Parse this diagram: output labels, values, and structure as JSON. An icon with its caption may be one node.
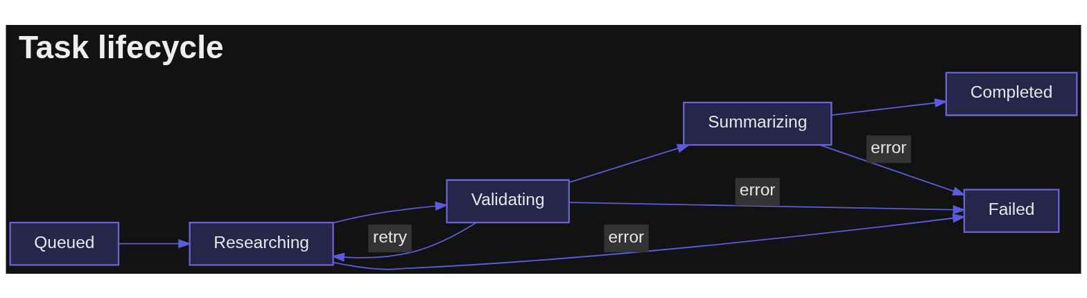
{
  "diagram": {
    "title": "Task lifecycle",
    "nodes": [
      {
        "text": [
          "Queued"
        ]
      },
      {
        "text": [
          "Researching"
        ]
      },
      {
        "text": [
          "Validating"
        ]
      },
      {
        "text": [
          "Summarizing"
        ]
      },
      {
        "text": [
          "Completed"
        ]
      },
      {
        "text": [
          "Failed"
        ]
      }
    ],
    "edges": [
      {
        "from": 0,
        "to": 1,
        "arrow": "to"
      },
      {
        "from": 1,
        "to": 2,
        "arrow": "to"
      },
      {
        "from": 2,
        "to": 1,
        "arrow": "to",
        "label": "retry"
      },
      {
        "from": 2,
        "to": 3,
        "arrow": "to"
      },
      {
        "from": 3,
        "to": 4,
        "arrow": "to"
      },
      {
        "from": 3,
        "to": 5,
        "arrow": "to",
        "label": "error"
      },
      {
        "from": 2,
        "to": 5,
        "arrow": "to",
        "label": "error"
      },
      {
        "from": 1,
        "to": 5,
        "arrow": "to",
        "label": "error"
      }
    ]
  }
}
